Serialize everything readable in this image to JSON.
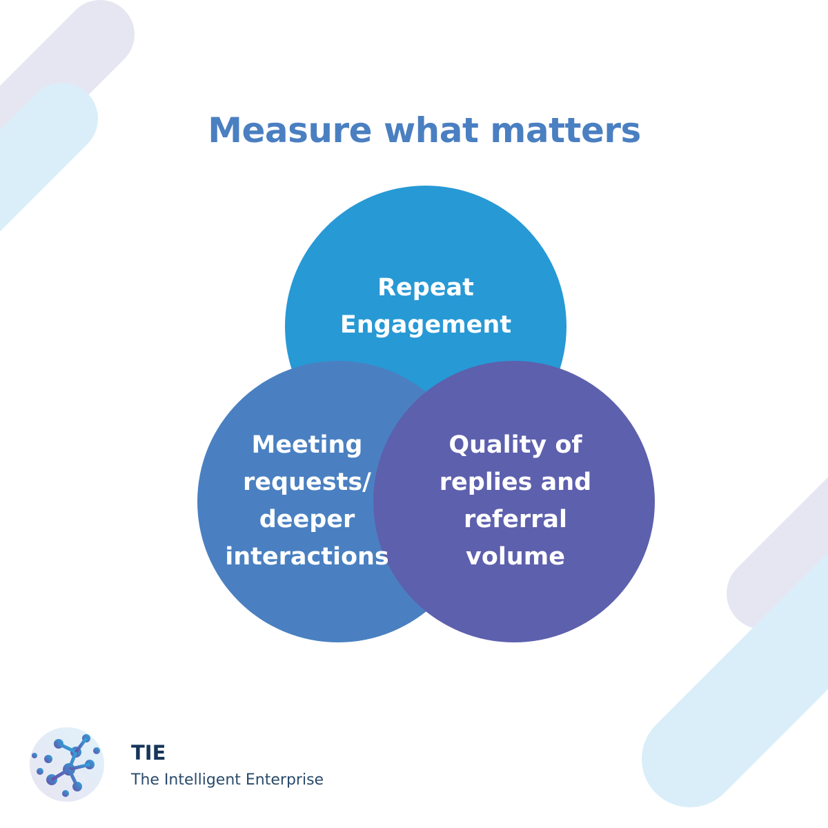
{
  "title": "Measure what matters",
  "circles": [
    {
      "lines": [
        "Repeat",
        "Engagement"
      ],
      "color": "#2799d5"
    },
    {
      "lines": [
        "Meeting",
        "requests/",
        "deeper",
        "interactions"
      ],
      "color": "#4a80c1"
    },
    {
      "lines": [
        "Quality of",
        "replies and",
        "referral",
        "volume"
      ],
      "color": "#5d60ad"
    }
  ],
  "brand": {
    "name": "TIE",
    "tagline": "The Intelligent Enterprise"
  }
}
